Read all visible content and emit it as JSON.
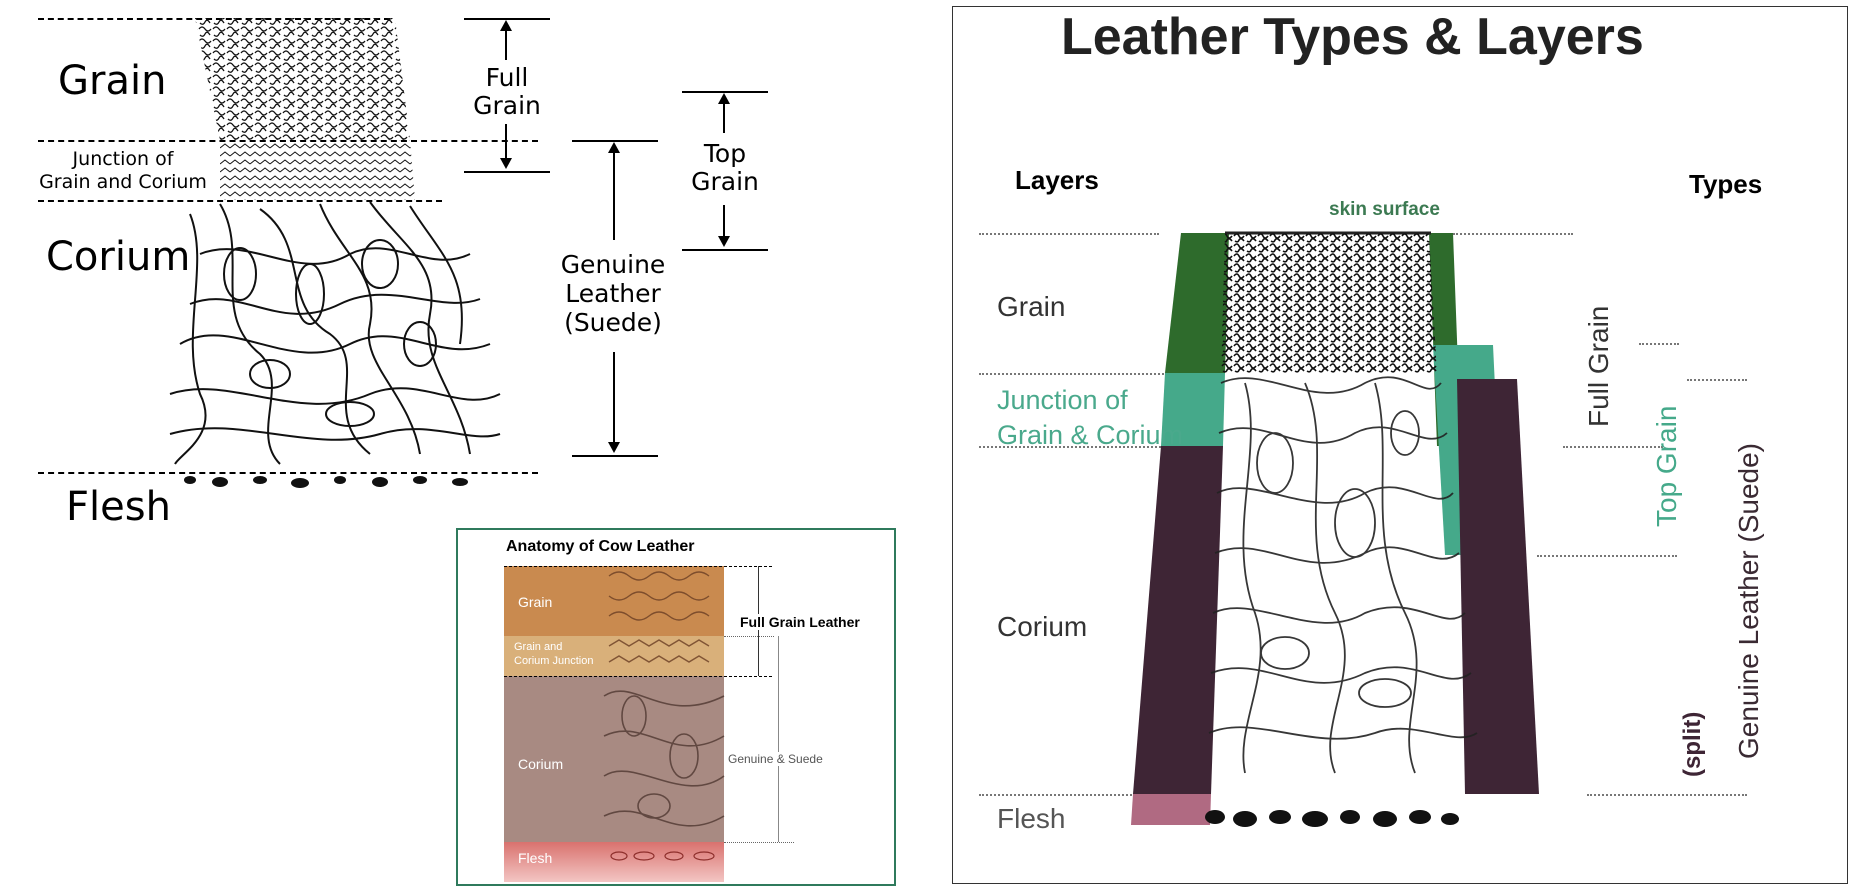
{
  "left_diagram": {
    "layers": {
      "grain": "Grain",
      "junction_line1": "Junction of",
      "junction_line2": "Grain and Corium",
      "corium": "Corium",
      "flesh": "Flesh"
    },
    "types": {
      "full_grain_line1": "Full",
      "full_grain_line2": "Grain",
      "top_grain_line1": "Top",
      "top_grain_line2": "Grain",
      "genuine_line1": "Genuine",
      "genuine_line2": "Leather",
      "genuine_line3": "(Suede)"
    }
  },
  "inset": {
    "title": "Anatomy of Cow Leather",
    "layers": {
      "grain": "Grain",
      "junction_line1": "Grain and",
      "junction_line2": "Corium Junction",
      "corium": "Corium",
      "flesh": "Flesh"
    },
    "types": {
      "full_grain": "Full Grain Leather",
      "genuine": "Genuine & Suede"
    },
    "colors": {
      "grain": "#c98a4f",
      "junction": "#d9b07a",
      "corium": "#a88a82",
      "flesh": "#d9726e",
      "border": "#2f7a5c"
    }
  },
  "right_diagram": {
    "title": "Leather Types & Layers",
    "layers_header": "Layers",
    "types_header": "Types",
    "skin_surface": "skin surface",
    "layers": {
      "grain": "Grain",
      "junction_line1": "Junction of",
      "junction_line2": "Grain & Corium",
      "corium": "Corium",
      "flesh": "Flesh"
    },
    "types": {
      "full_grain": "Full Grain",
      "top_grain": "Top Grain",
      "genuine": "Genuine Leather (Suede)",
      "split": "(split)"
    },
    "colors": {
      "full_grain": "#2e6b2c",
      "top_grain": "#45a98a",
      "genuine": "#3e2535",
      "flesh": "#b06a82",
      "surface_label": "#3c7a52",
      "junction_label": "#4aa98c"
    }
  }
}
